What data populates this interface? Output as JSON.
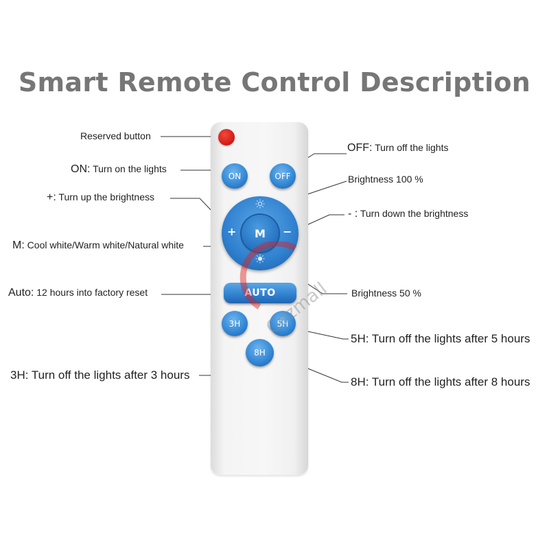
{
  "title": "Smart Remote Control Description",
  "remote": {
    "buttons": {
      "on": "ON",
      "off": "OFF",
      "plus": "+",
      "minus": "−",
      "m": "M",
      "auto": "AUTO",
      "h3": "3H",
      "h5": "5H",
      "h8": "8H"
    }
  },
  "labels": {
    "reserved": {
      "text": "Reserved button"
    },
    "on": {
      "key": "ON:",
      "text": " Turn on the lights"
    },
    "off": {
      "key": "OFF:",
      "text": " Turn off the lights"
    },
    "plus": {
      "key": "+:",
      "text": " Turn up the brightness"
    },
    "brightness100": {
      "text": "Brightness 100 %"
    },
    "minus": {
      "key": "- :",
      "text": " Turn down the brightness"
    },
    "m": {
      "key": "M:",
      "text": " Cool white/Warm white/Natural white"
    },
    "auto": {
      "key": "Auto:",
      "text": " 12 hours into factory reset"
    },
    "brightness50": {
      "text": "Brightness 50 %"
    },
    "h5": {
      "key": "5H:",
      "text": " Turn off the lights after 5 hours"
    },
    "h3": {
      "key": "3H:",
      "text": " Turn off the lights after 3 hours"
    },
    "h8": {
      "key": "8H:",
      "text": " Turn off the lights after 8 hours"
    }
  },
  "watermark": {
    "text": "Cozmall"
  },
  "colors": {
    "button_blue": "#2f80cf",
    "reserved_red": "#d81f18",
    "title_gray": "#767676",
    "watermark_red": "#e02020"
  }
}
